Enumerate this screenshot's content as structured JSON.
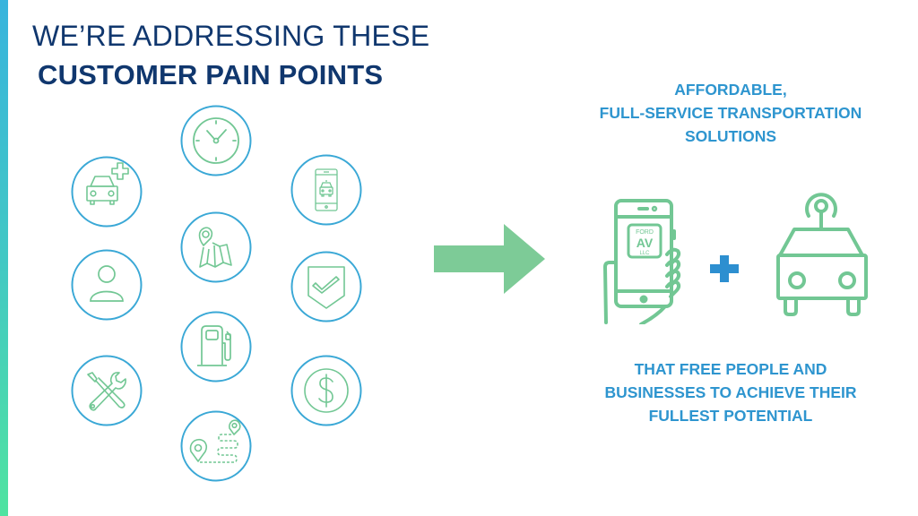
{
  "slide": {
    "title_line1": "WE’RE ADDRESSING THESE",
    "title_line2": "CUSTOMER PAIN POINTS",
    "pain_point_icons": [
      {
        "name": "clock-icon"
      },
      {
        "name": "car-plus-icon"
      },
      {
        "name": "ride-hailing-phone-icon"
      },
      {
        "name": "map-pin-icon"
      },
      {
        "name": "person-icon"
      },
      {
        "name": "shield-check-icon"
      },
      {
        "name": "fuel-pump-icon"
      },
      {
        "name": "tools-icon"
      },
      {
        "name": "dollar-icon"
      },
      {
        "name": "route-icon"
      }
    ],
    "top_headline": [
      "AFFORDABLE,",
      "FULL-SERVICE TRANSPORTATION",
      "SOLUTIONS"
    ],
    "bottom_headline": [
      "THAT FREE PEOPLE AND",
      "BUSINESSES TO ACHIEVE THEIR",
      "FULLEST POTENTIAL"
    ],
    "app_badge": {
      "top": "FORD",
      "main": "AV",
      "bottom": "LLC"
    },
    "colors": {
      "title_navy": "#10376e",
      "circle_blue": "#3aa8d6",
      "icon_green": "#72c794",
      "arrow_green": "#7dcb97",
      "headline_blue": "#2e95cf",
      "plus_blue": "#2d8fd0",
      "accent_gradient_top": "#38b4dd",
      "accent_gradient_bottom": "#4fe3a0"
    }
  }
}
